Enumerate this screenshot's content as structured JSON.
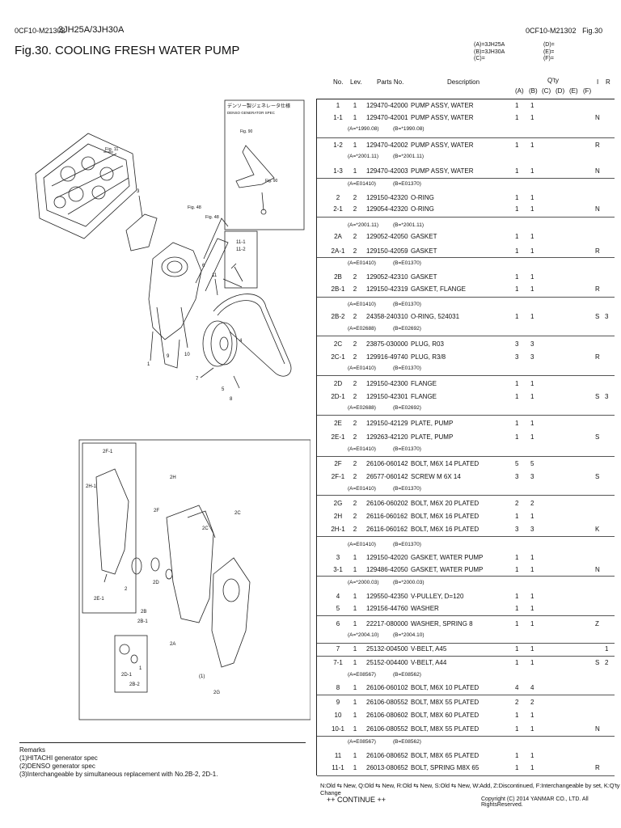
{
  "header": {
    "doc_code_left": "0CF10-M21302",
    "model": "3JH25A/3JH30A",
    "doc_code_right": "0CF10-M21302",
    "fig_ref": "Fig.30",
    "title": "Fig.30.  COOLING FRESH WATER PUMP"
  },
  "model_legend": {
    "col1": [
      "(A)=3JH25A",
      "(B)=3JH30A",
      "(C)="
    ],
    "col2": [
      "(D)=",
      "(E)=",
      "(F)="
    ]
  },
  "columns": {
    "no": "No.",
    "lev": "Lev.",
    "parts_no": "Parts No.",
    "description": "Description",
    "qty": "Q'ty",
    "a": "(A)",
    "b": "(B)",
    "c": "(C)",
    "d": "(D)",
    "e": "(E)",
    "f": "(F)",
    "i": "I",
    "r": "R"
  },
  "drawing": {
    "ref_fig_11": "Fig. 11",
    "ref_fig_48a": "Fig. 48",
    "ref_fig_48b": "Fig. 48",
    "ref_fig_90a": "Fig. 90",
    "ref_fig_90b": "Fig. 90",
    "denso_title_jp": "デンソー製ジェネレータ仕様",
    "denso_title_en": "DENSO GENERATOR SPEC",
    "callouts": [
      "3",
      "6",
      "11",
      "9",
      "10",
      "1",
      "7",
      "4",
      "5",
      "8",
      "11-1",
      "11-2"
    ],
    "detail_callouts": [
      "2F-1",
      "2H-1",
      "2E-1",
      "2H",
      "2F",
      "2C",
      "2C",
      "2",
      "2D",
      "2B",
      "2B-1",
      "2A",
      "(1)",
      "2G",
      "2D-1",
      "2B-2",
      "1"
    ]
  },
  "parts": [
    {
      "no": "1",
      "lev": "1",
      "pn": "129470-42000",
      "desc": "PUMP ASSY, WATER",
      "qa": "1",
      "qb": "1",
      "i": "",
      "r": ""
    },
    {
      "no": "1-1",
      "lev": "1",
      "pn": "129470-42001",
      "desc": "PUMP ASSY, WATER",
      "qa": "1",
      "qb": "1",
      "i": "N",
      "r": ""
    },
    {
      "no": "1-2",
      "lev": "1",
      "pn": "129470-42002",
      "desc": "PUMP ASSY, WATER",
      "qa": "1",
      "qb": "1",
      "i": "R",
      "r": ""
    },
    {
      "no": "1-3",
      "lev": "1",
      "pn": "129470-42003",
      "desc": "PUMP ASSY, WATER",
      "qa": "1",
      "qb": "1",
      "i": "N",
      "r": ""
    },
    {
      "no": "2",
      "lev": "2",
      "pn": "129150-42320",
      "desc": "O-RING",
      "qa": "1",
      "qb": "1",
      "i": "",
      "r": ""
    },
    {
      "no": "2-1",
      "lev": "2",
      "pn": "129054-42320",
      "desc": "O-RING",
      "qa": "1",
      "qb": "1",
      "i": "N",
      "r": ""
    },
    {
      "no": "2A",
      "lev": "2",
      "pn": "129052-42050",
      "desc": "GASKET",
      "qa": "1",
      "qb": "1",
      "i": "",
      "r": ""
    },
    {
      "no": "2A-1",
      "lev": "2",
      "pn": "129150-42059",
      "desc": "GASKET",
      "qa": "1",
      "qb": "1",
      "i": "R",
      "r": ""
    },
    {
      "no": "2B",
      "lev": "2",
      "pn": "129052-42310",
      "desc": "GASKET",
      "qa": "1",
      "qb": "1",
      "i": "",
      "r": ""
    },
    {
      "no": "2B-1",
      "lev": "2",
      "pn": "129150-42319",
      "desc": "GASKET, FLANGE",
      "qa": "1",
      "qb": "1",
      "i": "R",
      "r": ""
    },
    {
      "no": "2B-2",
      "lev": "2",
      "pn": "24358-240310",
      "desc": "O-RING, 524031",
      "qa": "1",
      "qb": "1",
      "i": "S",
      "r": "3"
    },
    {
      "no": "2C",
      "lev": "2",
      "pn": "23875-030000",
      "desc": "PLUG, R03",
      "qa": "3",
      "qb": "3",
      "i": "",
      "r": ""
    },
    {
      "no": "2C-1",
      "lev": "2",
      "pn": "129916-49740",
      "desc": "PLUG, R3/8",
      "qa": "3",
      "qb": "3",
      "i": "R",
      "r": ""
    },
    {
      "no": "2D",
      "lev": "2",
      "pn": "129150-42300",
      "desc": "FLANGE",
      "qa": "1",
      "qb": "1",
      "i": "",
      "r": ""
    },
    {
      "no": "2D-1",
      "lev": "2",
      "pn": "129150-42301",
      "desc": "FLANGE",
      "qa": "1",
      "qb": "1",
      "i": "S",
      "r": "3"
    },
    {
      "no": "2E",
      "lev": "2",
      "pn": "129150-42129",
      "desc": "PLATE, PUMP",
      "qa": "1",
      "qb": "1",
      "i": "",
      "r": ""
    },
    {
      "no": "2E-1",
      "lev": "2",
      "pn": "129263-42120",
      "desc": "PLATE, PUMP",
      "qa": "1",
      "qb": "1",
      "i": "S",
      "r": ""
    },
    {
      "no": "2F",
      "lev": "2",
      "pn": "26106-060142",
      "desc": "BOLT, M6X 14 PLATED",
      "qa": "5",
      "qb": "5",
      "i": "",
      "r": ""
    },
    {
      "no": "2F-1",
      "lev": "2",
      "pn": "26577-060142",
      "desc": "SCREW M 6X 14",
      "qa": "3",
      "qb": "3",
      "i": "S",
      "r": ""
    },
    {
      "no": "2G",
      "lev": "2",
      "pn": "26106-060202",
      "desc": "BOLT, M6X 20 PLATED",
      "qa": "2",
      "qb": "2",
      "i": "",
      "r": ""
    },
    {
      "no": "2H",
      "lev": "2",
      "pn": "26116-060162",
      "desc": "BOLT, M6X 16 PLATED",
      "qa": "1",
      "qb": "1",
      "i": "",
      "r": ""
    },
    {
      "no": "2H-1",
      "lev": "2",
      "pn": "26116-060162",
      "desc": "BOLT, M6X 16 PLATED",
      "qa": "3",
      "qb": "3",
      "i": "K",
      "r": ""
    },
    {
      "no": "3",
      "lev": "1",
      "pn": "129150-42020",
      "desc": "GASKET, WATER PUMP",
      "qa": "1",
      "qb": "1",
      "i": "",
      "r": ""
    },
    {
      "no": "3-1",
      "lev": "1",
      "pn": "129486-42050",
      "desc": "GASKET, WATER PUMP",
      "qa": "1",
      "qb": "1",
      "i": "N",
      "r": ""
    },
    {
      "no": "4",
      "lev": "1",
      "pn": "129550-42350",
      "desc": "V-PULLEY, D=120",
      "qa": "1",
      "qb": "1",
      "i": "",
      "r": ""
    },
    {
      "no": "5",
      "lev": "1",
      "pn": "129156-44760",
      "desc": "WASHER",
      "qa": "1",
      "qb": "1",
      "i": "",
      "r": ""
    },
    {
      "no": "6",
      "lev": "1",
      "pn": "22217-080000",
      "desc": "WASHER, SPRING  8",
      "qa": "1",
      "qb": "1",
      "i": "Z",
      "r": ""
    },
    {
      "no": "7",
      "lev": "1",
      "pn": "25132-004500",
      "desc": "V-BELT, A45",
      "qa": "1",
      "qb": "1",
      "i": "",
      "r": "1"
    },
    {
      "no": "7-1",
      "lev": "1",
      "pn": "25152-004400",
      "desc": "V-BELT, A44",
      "qa": "1",
      "qb": "1",
      "i": "S",
      "r": "2"
    },
    {
      "no": "8",
      "lev": "1",
      "pn": "26106-060102",
      "desc": "BOLT, M6X 10 PLATED",
      "qa": "4",
      "qb": "4",
      "i": "",
      "r": ""
    },
    {
      "no": "9",
      "lev": "1",
      "pn": "26106-080552",
      "desc": "BOLT, M8X 55 PLATED",
      "qa": "2",
      "qb": "2",
      "i": "",
      "r": ""
    },
    {
      "no": "10",
      "lev": "1",
      "pn": "26106-080602",
      "desc": "BOLT, M8X 60 PLATED",
      "qa": "1",
      "qb": "1",
      "i": "",
      "r": ""
    },
    {
      "no": "10-1",
      "lev": "1",
      "pn": "26106-080552",
      "desc": "BOLT, M8X 55 PLATED",
      "qa": "1",
      "qb": "1",
      "i": "N",
      "r": ""
    },
    {
      "no": "11",
      "lev": "1",
      "pn": "26106-080652",
      "desc": "BOLT, M8X 65 PLATED",
      "qa": "1",
      "qb": "1",
      "i": "",
      "r": ""
    },
    {
      "no": "11-1",
      "lev": "1",
      "pn": "26013-080652",
      "desc": "BOLT, SPRING M8X 65",
      "qa": "1",
      "qb": "1",
      "i": "R",
      "r": ""
    }
  ],
  "serials": [
    {
      "a": "(A=*1990.08)",
      "b": "(B=*1990.08)"
    },
    {
      "a": "(A=*2001.11)",
      "b": "(B=*2001.11)"
    },
    {
      "a": "(A=E01410)",
      "b": "(B=E01370)"
    },
    {
      "a": "(A=*2001.11)",
      "b": "(B=*2001.11)"
    },
    {
      "a": "(A=E01410)",
      "b": "(B=E01370)"
    },
    {
      "a": "(A=E01410)",
      "b": "(B=E01370)"
    },
    {
      "a": "(A=E02688)",
      "b": "(B=E02692)"
    },
    {
      "a": "(A=E01410)",
      "b": "(B=E01370)"
    },
    {
      "a": "(A=E02688)",
      "b": "(B=E02692)"
    },
    {
      "a": "(A=E01410)",
      "b": "(B=E01370)"
    },
    {
      "a": "(A=E01410)",
      "b": "(B=E01370)"
    },
    {
      "a": "(A=E01410)",
      "b": "(B=E01370)"
    },
    {
      "a": "(A=*2000.03)",
      "b": "(B=*2000.03)"
    },
    {
      "a": "(A=*2004.10)",
      "b": "(B=*2004.10)"
    },
    {
      "a": "(A=E08567)",
      "b": "(B=E08562)"
    },
    {
      "a": "(A=E08567)",
      "b": "(B=E08562)"
    }
  ],
  "remarks": {
    "title": "Remarks",
    "line1": "(1)HITACHI generator spec",
    "line2": "(2)DENSO generator spec",
    "line3": "(3)Interchangeable by simultaneous replacement with No.2B-2, 2D-1."
  },
  "footer": {
    "legend": "N:Old ⇆ New, Q:Old ⇆ New, R:Old ⇆ New, S:Old ⇆ New, W:Add, Z:Discontinued, F:Interchangeable by set, K:Q'ty Change",
    "continue": "++ CONTINUE ++",
    "copyright": "Copyright (C) 2014 YANMAR CO., LTD. All RightsReserved."
  }
}
